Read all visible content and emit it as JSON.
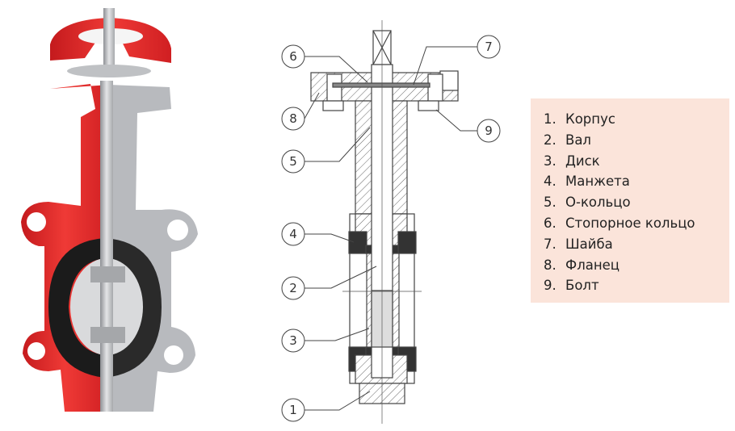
{
  "legend": {
    "items": [
      {
        "num": "1.",
        "label": "Корпус"
      },
      {
        "num": "2.",
        "label": "Вал"
      },
      {
        "num": "3.",
        "label": "Диск"
      },
      {
        "num": "4.",
        "label": "Манжета"
      },
      {
        "num": "5.",
        "label": "О-кольцо"
      },
      {
        "num": "6.",
        "label": "Стопорное кольцо"
      },
      {
        "num": "7.",
        "label": "Шайба"
      },
      {
        "num": "8.",
        "label": "Фланец"
      },
      {
        "num": "9.",
        "label": "Болт"
      }
    ]
  },
  "callouts": [
    "1",
    "2",
    "3",
    "4",
    "5",
    "6",
    "7",
    "8",
    "9"
  ],
  "colors": {
    "body_red": "#e8282a",
    "legend_bg": "#fbe4da",
    "liner": "#222222",
    "steel": "#c9cbce"
  }
}
